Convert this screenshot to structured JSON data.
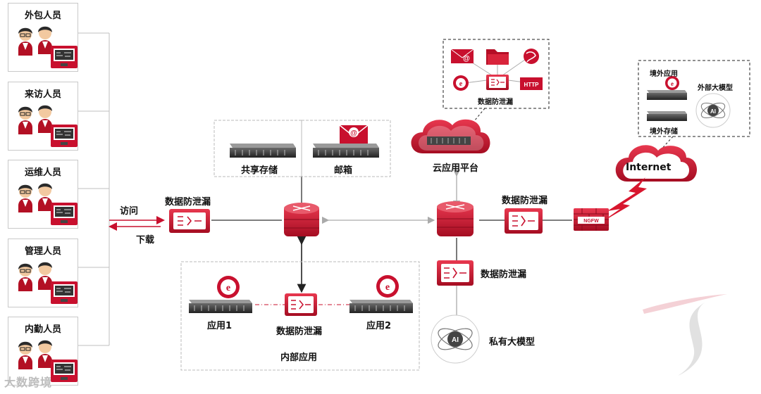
{
  "people_groups": [
    {
      "label": "外包人员"
    },
    {
      "label": "来访人员"
    },
    {
      "label": "运维人员"
    },
    {
      "label": "管理人员"
    },
    {
      "label": "内勤人员"
    }
  ],
  "arrows": {
    "upload_label": "访问",
    "download_label": "下载"
  },
  "dlp_label": "数据防泄漏",
  "storage": {
    "shared_label": "共享存储",
    "mail_label": "邮箱"
  },
  "internal": {
    "app1_label": "应用1",
    "app2_label": "应用2",
    "dlp_label": "数据防泄漏",
    "group_label": "内部应用"
  },
  "cloud": {
    "platform_label": "云应用平台",
    "dlp_label": "数据防泄漏",
    "http_text": "HTTP"
  },
  "external": {
    "foreign_app_label": "境外应用",
    "foreign_storage_label": "境外存储",
    "external_model_label": "外部大模型",
    "internet_label": "Internet",
    "ngfw_text": "NGFW"
  },
  "private_model": {
    "label": "私有大模型",
    "dlp_label": "数据防泄漏"
  },
  "ai_text": "AI",
  "watermark": "大数跨境",
  "colors": {
    "accent": "#c8102e",
    "accent_dark": "#9e0c22",
    "line": "#333333",
    "dash": "#b0b0b0"
  }
}
